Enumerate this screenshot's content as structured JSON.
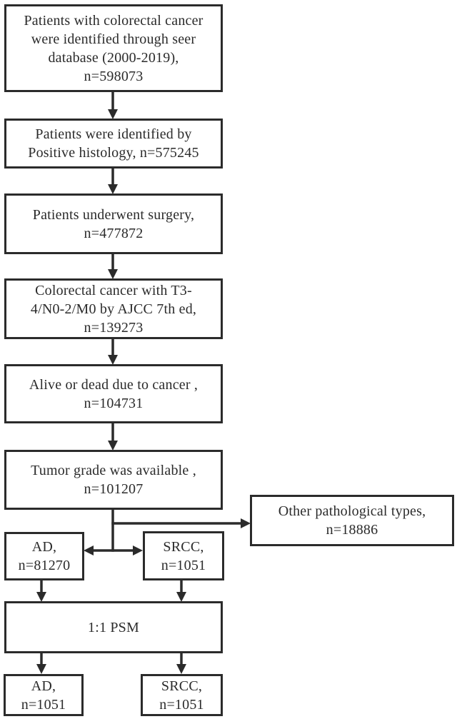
{
  "figure": {
    "type": "flowchart",
    "background_color": "#ffffff",
    "line_color": "#2b2b2b",
    "text_color": "#2b2b2b"
  },
  "nodes": {
    "seer": {
      "lines": [
        "Patients with colorectal cancer",
        "were identified through seer",
        "database (2000-2019),",
        "n=598073"
      ]
    },
    "histology": {
      "lines": [
        "Patients were identified by",
        "Positive histology, n=575245"
      ]
    },
    "surgery": {
      "lines": [
        "Patients underwent surgery,",
        "n=477872"
      ]
    },
    "stage": {
      "lines": [
        "Colorectal cancer with T3-",
        "4/N0-2/M0 by AJCC 7th ed,",
        "n=139273"
      ]
    },
    "alive": {
      "lines": [
        "Alive or dead due to cancer ,",
        "n=104731"
      ]
    },
    "grade": {
      "lines": [
        "Tumor grade was available ,",
        "n=101207"
      ]
    },
    "other": {
      "lines": [
        "Other pathological types,",
        "n=18886"
      ]
    },
    "ad_pre": {
      "lines": [
        "AD,",
        "n=81270"
      ]
    },
    "srcc_pre": {
      "lines": [
        "SRCC,",
        "n=1051"
      ]
    },
    "psm": {
      "lines": [
        "1:1 PSM"
      ]
    },
    "ad_post": {
      "lines": [
        "AD,",
        "n=1051"
      ]
    },
    "srcc_post": {
      "lines": [
        "SRCC,",
        "n=1051"
      ]
    }
  },
  "edges": [
    {
      "from": "seer",
      "to": "histology",
      "type": "arrow-down"
    },
    {
      "from": "histology",
      "to": "surgery",
      "type": "arrow-down"
    },
    {
      "from": "surgery",
      "to": "stage",
      "type": "arrow-down"
    },
    {
      "from": "stage",
      "to": "alive",
      "type": "arrow-down"
    },
    {
      "from": "alive",
      "to": "grade",
      "type": "arrow-down"
    },
    {
      "from": "grade",
      "to": "other",
      "type": "arrow-right-branch"
    },
    {
      "from": "grade",
      "to": "ad_pre",
      "type": "arrow-left-branch"
    },
    {
      "from": "grade",
      "to": "srcc_pre",
      "type": "arrow-right-branch"
    },
    {
      "from": "ad_pre",
      "to": "psm",
      "type": "arrow-down"
    },
    {
      "from": "srcc_pre",
      "to": "psm",
      "type": "arrow-down"
    },
    {
      "from": "psm",
      "to": "ad_post",
      "type": "arrow-down"
    },
    {
      "from": "psm",
      "to": "srcc_post",
      "type": "arrow-down"
    }
  ]
}
